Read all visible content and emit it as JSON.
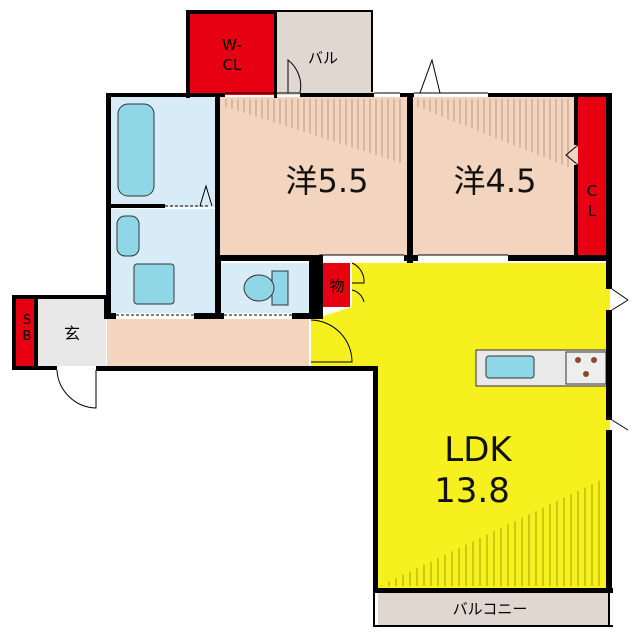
{
  "rooms": {
    "walk_in_closet": "W-\nCL",
    "balcony_small": "バル",
    "western_55": "洋5.5",
    "western_45": "洋4.5",
    "closet": "CL",
    "storage": "物",
    "shoe_box": "SB",
    "entrance": "玄",
    "ldk_name": "LDK",
    "ldk_size": "13.8",
    "balcony": "バルコニー"
  },
  "colors": {
    "ldk": "#f6f01f",
    "bedroom": "#f3d5bf",
    "hall": "#f3d5bf",
    "wet_area": "#d8ecf8",
    "fixture": "#8fd7e6",
    "storage": "#e60012",
    "balcony": "#e0d8d0",
    "wall": "#000000"
  }
}
